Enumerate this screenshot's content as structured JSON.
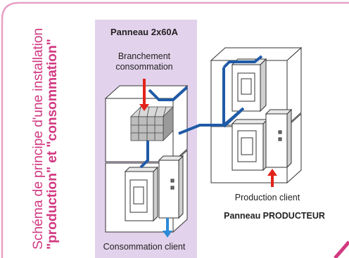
{
  "title": {
    "line1": "Schéma de principe d'une installation",
    "line2": "\"production\" et \"consommation\""
  },
  "labels": {
    "panneau_2x60a": "Panneau 2x60A",
    "branchement": "Branchement",
    "consommation": "consommation",
    "consommation_client": "Consommation client",
    "production_client": "Production client",
    "panneau_producteur": "Panneau PRODUCTEUR"
  },
  "colors": {
    "accent_pink": "#d23a82",
    "frame_pink": "#e8a0c4",
    "highlight_lavender": "#e3d2ec",
    "cable_blue": "#1f5aa6",
    "arrow_red": "#e2231a",
    "arrow_blue": "#2c8ad6"
  }
}
